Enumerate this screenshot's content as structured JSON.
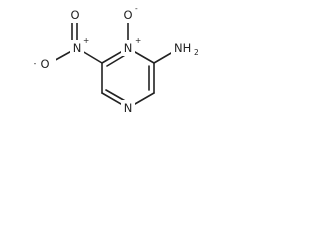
{
  "molecule": {
    "atoms": {
      "o_left": {
        "symbol": "O",
        "charge": "-"
      },
      "n_nitro": {
        "symbol": "N",
        "charge": "+"
      },
      "o_top": {
        "symbol": "O",
        "charge": ""
      },
      "n_oxide": {
        "symbol": "N",
        "charge": "+"
      },
      "o_oxide": {
        "symbol": "O",
        "charge": "-"
      },
      "nh2": {
        "symbol": "NH",
        "subscript": "2"
      },
      "n_ring": {
        "symbol": "N",
        "charge": ""
      }
    }
  }
}
